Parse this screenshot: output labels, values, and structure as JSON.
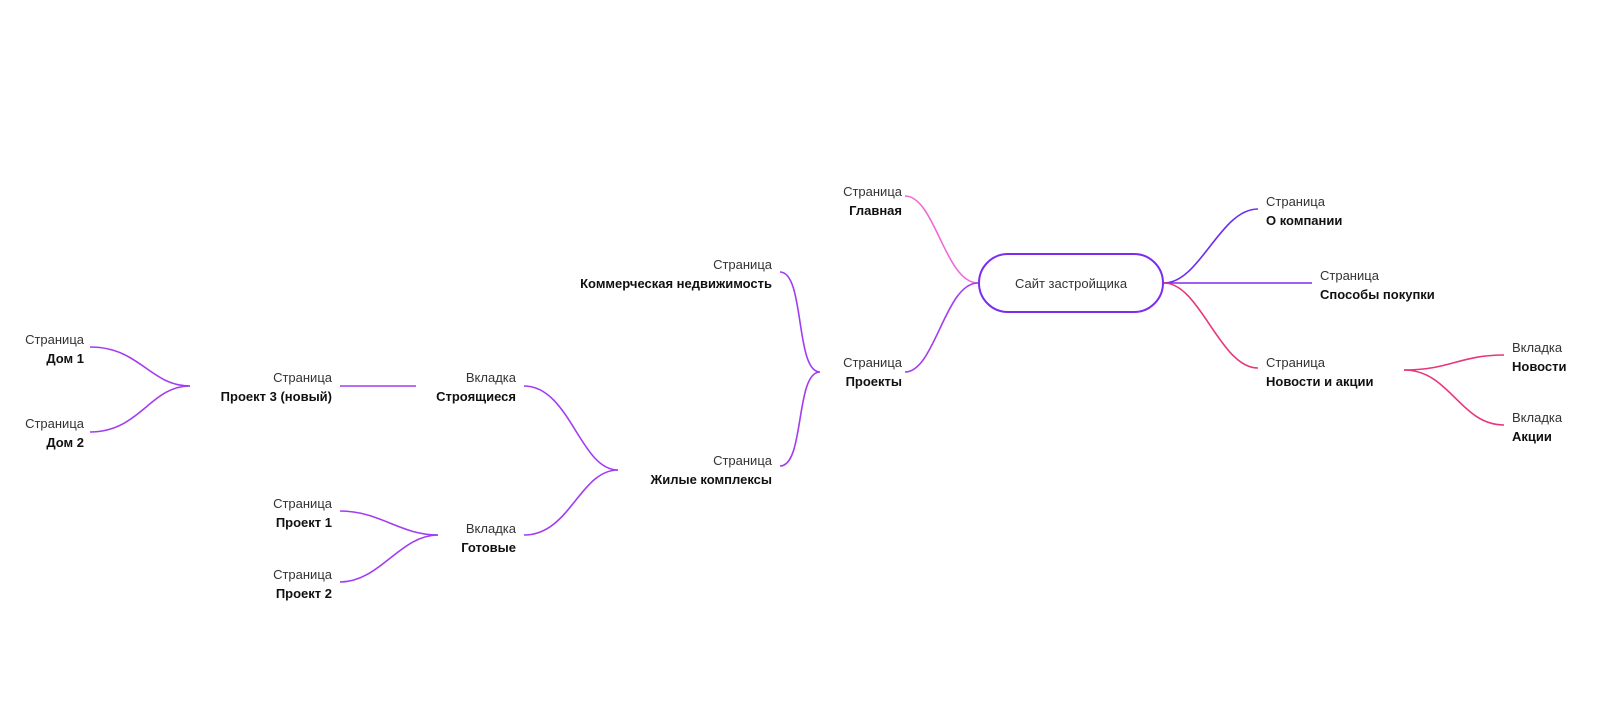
{
  "root": {
    "label": "Сайт застройщика"
  },
  "nodes": {
    "glavnaya": {
      "kind": "Страница",
      "name": "Главная"
    },
    "proekty": {
      "kind": "Страница",
      "name": "Проекты"
    },
    "kommerch": {
      "kind": "Страница",
      "name": "Коммерческая недвижимость"
    },
    "zhilye": {
      "kind": "Страница",
      "name": "Жилые комплексы"
    },
    "stroyash": {
      "kind": "Вкладка",
      "name": "Строящиеся"
    },
    "gotovye": {
      "kind": "Вкладка",
      "name": "Готовые"
    },
    "proekt3": {
      "kind": "Страница",
      "name": "Проект 3 (новый)"
    },
    "dom1": {
      "kind": "Страница",
      "name": "Дом 1"
    },
    "dom2": {
      "kind": "Страница",
      "name": "Дом 2"
    },
    "proekt1": {
      "kind": "Страница",
      "name": "Проект 1"
    },
    "proekt2": {
      "kind": "Страница",
      "name": "Проект 2"
    },
    "okompanii": {
      "kind": "Страница",
      "name": "О компании"
    },
    "sposoby": {
      "kind": "Страница",
      "name": "Способы покупки"
    },
    "novosti_akcii": {
      "kind": "Страница",
      "name": "Новости и акции"
    },
    "novosti": {
      "kind": "Вкладка",
      "name": "Новости"
    },
    "akcii": {
      "kind": "Вкладка",
      "name": "Акции"
    }
  },
  "colors": {
    "root_border": "#7b2cf0",
    "purple": "#9b30f5",
    "violet": "#6a2cf0",
    "pink": "#f03a9c",
    "magenta": "#e8367a",
    "hotpink": "#f06ad8"
  }
}
